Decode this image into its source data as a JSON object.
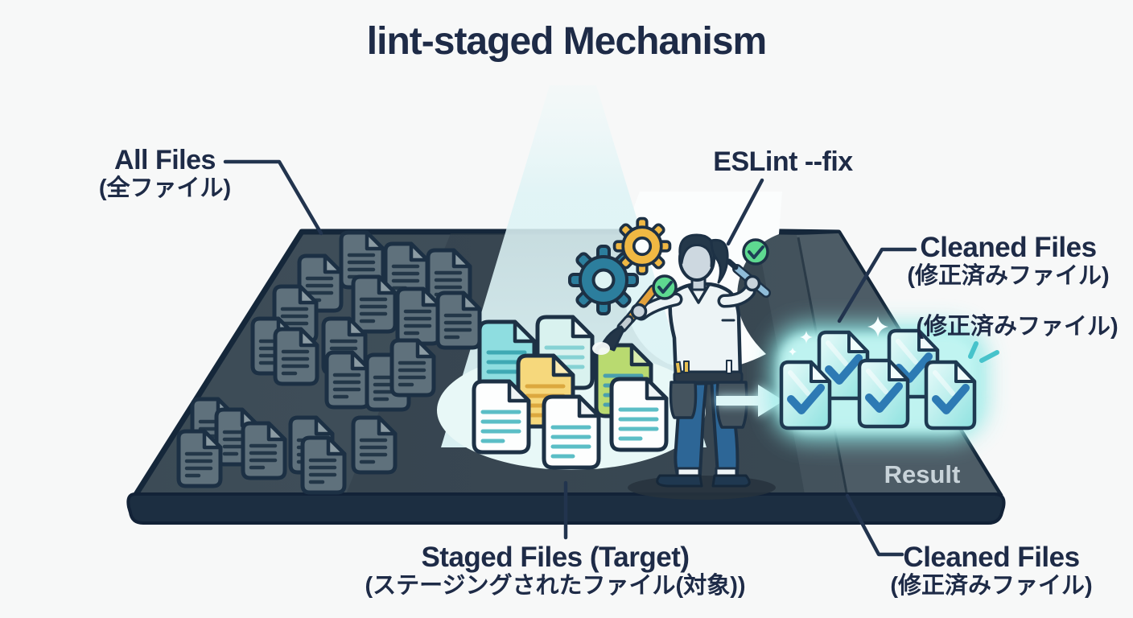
{
  "title": "lint-staged Mechanism",
  "labels": {
    "all_files": {
      "en": "All Files",
      "ja": "(全ファイル)"
    },
    "eslint_fix": "ESLint --fix",
    "cleaned_files_top": {
      "en": "Cleaned Files",
      "ja": "(修正済みファイル)"
    },
    "cleaned_files_note": "(修正済みファイル)",
    "staged_files": {
      "en": "Staged Files (Target)",
      "ja": "(ステージングされたファイル(対象))"
    },
    "cleaned_files_bottom": {
      "en": "Cleaned Files",
      "ja": "(修正済みファイル)"
    },
    "result": "Result"
  },
  "colors": {
    "background": "#f7f8f8",
    "text_navy": "#1e2b47",
    "platform_surface": "#3d4c57",
    "platform_front_edge": "#1c2e41",
    "spotlight_beam": "#dcf3f5",
    "dark_file": "#5f717c",
    "staged_file_cyan": "#8edde0",
    "staged_file_pale": "#d9f2ef",
    "staged_file_yellow": "#f6d87c",
    "staged_file_green": "#b9da70",
    "staged_file_white": "#fdfefe",
    "clean_file": "#9fe7e4",
    "check_blue": "#2d7ab4",
    "check_green": "#5ed990",
    "gear_teal": "#2c7e9d",
    "gear_yellow": "#f0b843",
    "result_text": "#c8d3d9"
  },
  "icons": [
    "document-icon",
    "gear-icon",
    "check-circle-icon",
    "paintbrush-icon",
    "pen-icon",
    "arrow-right-icon",
    "sparkle-icon",
    "developer-illustration"
  ]
}
